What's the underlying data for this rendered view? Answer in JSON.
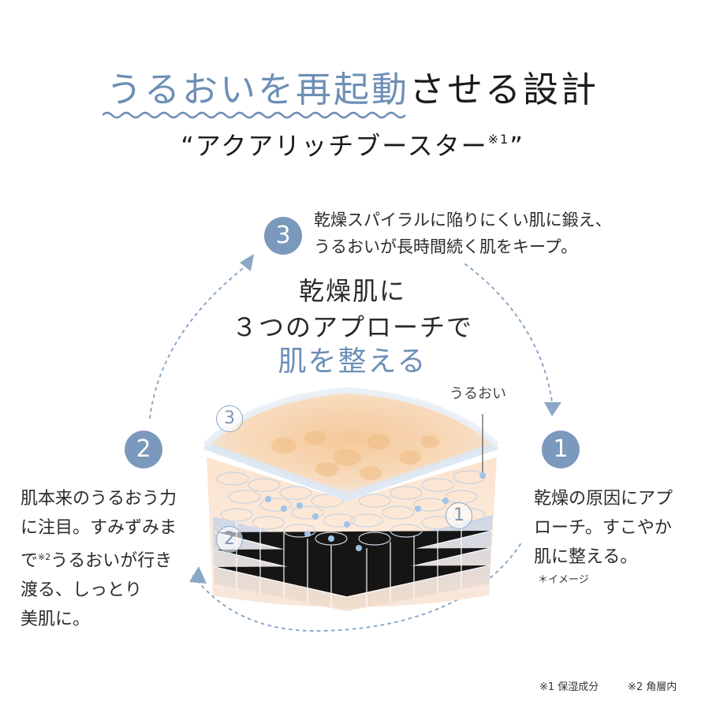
{
  "title": {
    "part_blue": "うるおいを再起動",
    "part_dark": "させる設計"
  },
  "subtitle": {
    "text": "“アクアリッチブースター",
    "note": "※1",
    "close": "”"
  },
  "center": {
    "line1": "乾燥肌に",
    "line2": "３つのアプローチで",
    "line3": "肌を整える"
  },
  "steps": [
    {
      "num": "1",
      "lines": [
        "乾燥の原因にアプ",
        "ローチ。すこやか",
        "肌に整える。"
      ]
    },
    {
      "num": "2",
      "lines": [
        "肌本来のうるおう力",
        "に注目。すみずみま",
        "うるおいが行き",
        "渡る、しっとり",
        "美肌に。"
      ],
      "line3_prefix": "で",
      "line3_note": "※2"
    },
    {
      "num": "3",
      "lines": [
        "乾燥スパイラルに陥りにくい肌に鍛え、",
        "うるおいが長時間続く肌をキープ。"
      ]
    }
  ],
  "illustration": {
    "label": "うるおい",
    "ring1": "1",
    "ring2": "2",
    "ring3": "3"
  },
  "image_note": "＊イメージ",
  "footnotes": {
    "note1": "※1 保湿成分",
    "note2": "※2 角層内"
  },
  "colors": {
    "accent": "#6d8fb6",
    "circle": "#7b98bd",
    "arrow": "#8aa7c7"
  }
}
